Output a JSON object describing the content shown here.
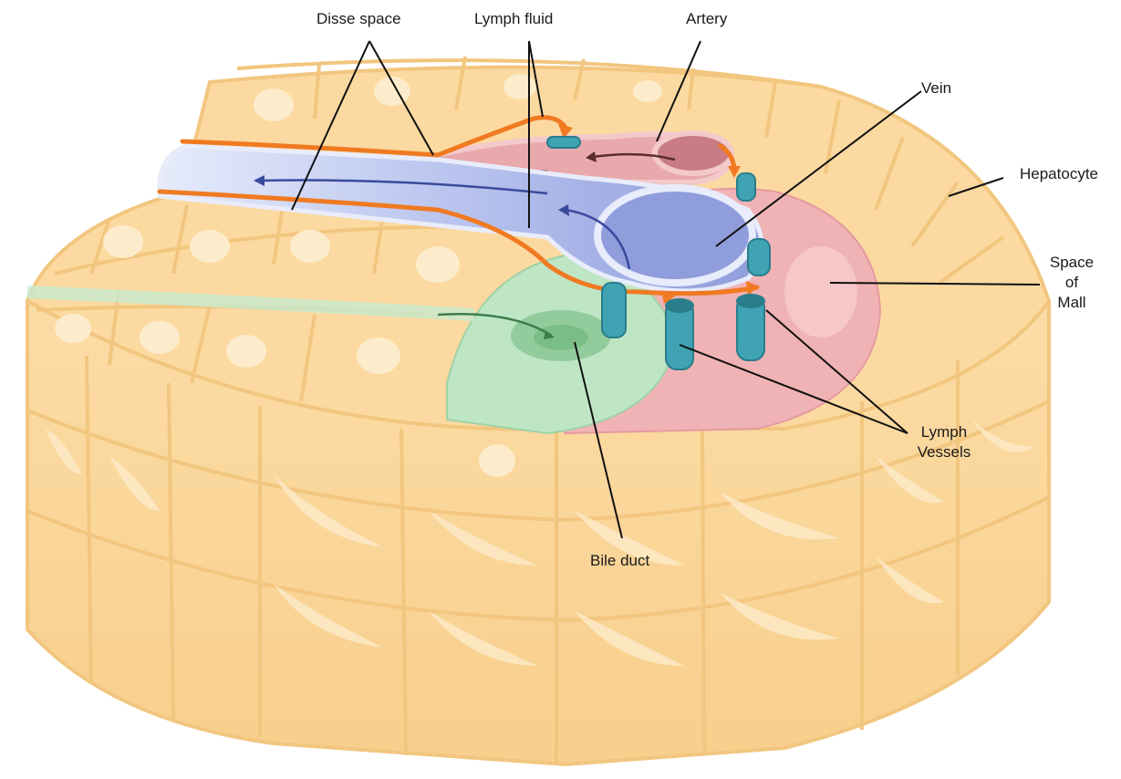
{
  "labels": {
    "disse_space": "Disse space",
    "lymph_fluid": "Lymph fluid",
    "artery": "Artery",
    "vein": "Vein",
    "hepatocyte": "Hepatocyte",
    "space_of_mall": [
      "Space",
      "of",
      "Mall"
    ],
    "lymph_vessels": [
      "Lymph",
      "Vessels"
    ],
    "bile_duct": "Bile duct"
  },
  "colors": {
    "hepatocyte_fill": "#fbd9a0",
    "hepatocyte_border": "#f2c67f",
    "nucleus": "#fdeccb",
    "vein": "#a9b6e8",
    "vein_dark": "#7f8fd4",
    "artery": "#e8a9ad",
    "space_of_mall": "#f0b3b5",
    "bile_duct": "#bfe6c4",
    "lymph_vessel": "#3fa3b3",
    "lymph_flow": "#f07a22",
    "leader_line": "#111111"
  }
}
